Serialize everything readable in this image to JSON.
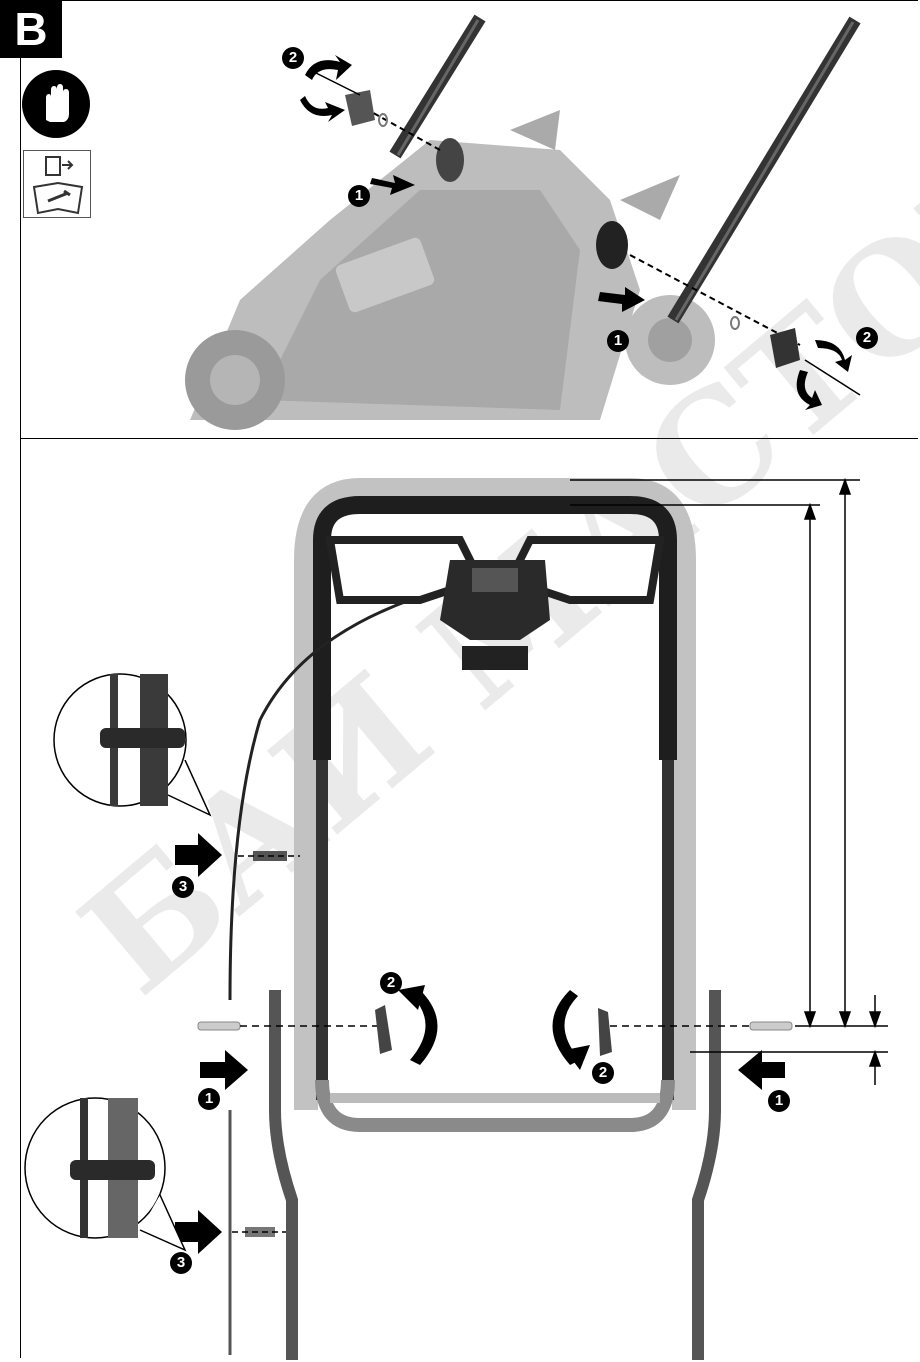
{
  "section": {
    "label": "B"
  },
  "icons": [
    "gloves-icon",
    "manual-icon"
  ],
  "steps": {
    "one": "1",
    "two": "2",
    "three": "3"
  }
}
